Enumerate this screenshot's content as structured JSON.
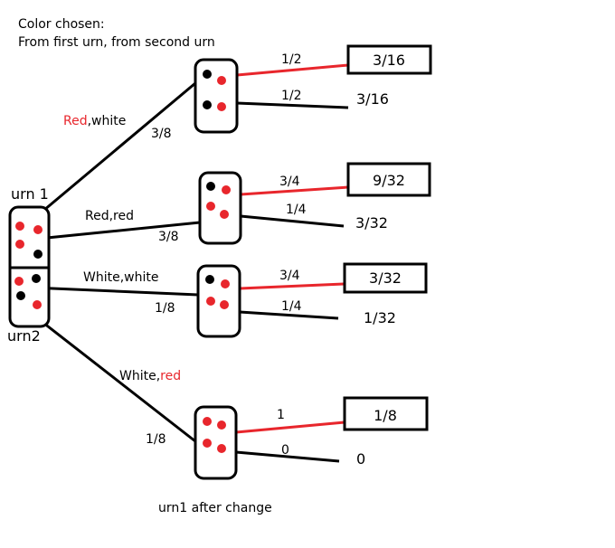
{
  "header": {
    "line1": "Color chosen:",
    "line2": "From first urn, from second urn"
  },
  "urn1_label": "urn 1",
  "urn2_label": "urn2",
  "footer_label": "urn1 after change",
  "branches": [
    {
      "label_red": "Red",
      "label_black": ",white",
      "prob": "3/8",
      "top_prob": "1/2",
      "top_result": "3/16",
      "bottom_prob": "1/2",
      "bottom_result": "3/16"
    },
    {
      "label_red": "Red,red",
      "label_black": "",
      "prob": "3/8",
      "top_prob": "3/4",
      "top_result": "9/32",
      "bottom_prob": "1/4",
      "bottom_result": "3/32"
    },
    {
      "label_red": "",
      "label_black": "White,white",
      "prob": "1/8",
      "top_prob": "3/4",
      "top_result": "3/32",
      "bottom_prob": "1/4",
      "bottom_result": "1/32"
    },
    {
      "label_red": "red",
      "label_black": "White,",
      "prob": "1/8",
      "top_prob": "1",
      "top_result": "1/8",
      "bottom_prob": "0",
      "bottom_result": "0"
    }
  ],
  "colors": {
    "red": "#e8262c",
    "black": "#000000"
  }
}
